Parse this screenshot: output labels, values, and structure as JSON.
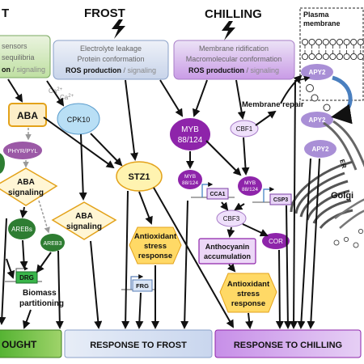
{
  "columns": {
    "drought": {
      "header": "T"
    },
    "frost": {
      "header": "FROST"
    },
    "chilling": {
      "header": "CHILLING"
    }
  },
  "effect_boxes": {
    "drought": {
      "line1": "sensors",
      "line2": "sequilibria",
      "line3_bold": "on",
      "line3_sep": " / ",
      "line3_rest": "signaling"
    },
    "frost": {
      "line1": "Electrolyte leakage",
      "line2": "Protein conformation",
      "line3_bold": "ROS production",
      "line3_sep": " / ",
      "line3_rest": "signaling"
    },
    "chilling": {
      "line1": "Membrane ridification",
      "line2": "Macromolecular conformation",
      "line3_bold": "ROS production",
      "line3_sep": " / ",
      "line3_rest": "signaling"
    }
  },
  "membrane_panel": {
    "title_line1": "Plasma",
    "title_line2": "membrane"
  },
  "ca_labels": {
    "ca1": "Ca",
    "ca2": "Ca",
    "sup": "2+"
  },
  "nodes": {
    "aba": "ABA",
    "cpk10": "CPK10",
    "pyr": "PHYR/PYL",
    "aba_signaling_left_1": "ABA",
    "aba_signaling_left_2": "signaling",
    "arebs": "AREBs",
    "areb3": "AREB3",
    "drg": "DRG",
    "biomass_1": "Biomass",
    "biomass_2": "partitioning",
    "aba_signaling_mid_1": "ABA",
    "aba_signaling_mid_2": "signaling",
    "stz1": "STZ1",
    "antiox_mid_1": "Antioxidant",
    "antiox_mid_2": "stress",
    "antiox_mid_3": "response",
    "frg": "FRG",
    "myb_big_1": "MYB",
    "myb_big_2": "88/124",
    "cbf1": "CBF1",
    "myb_small1_1": "MYB",
    "myb_small1_2": "88/124",
    "myb_small2_1": "MYB",
    "myb_small2_2": "88/124",
    "cca1": "CCA1",
    "csp3": "CSP3",
    "cbf3": "CBF3",
    "cor": "COR",
    "antho_1": "Anthocyanin",
    "antho_2": "accumulation",
    "antiox_right_1": "Antioxidant",
    "antiox_right_2": "stress",
    "antiox_right_3": "response",
    "apy2_top": "APY2",
    "apy2_mid": "APY2",
    "apy2_low": "APY2",
    "membrane_repair": "Membrane repair",
    "er": "ER",
    "golgi": "Golgi"
  },
  "responses": {
    "drought": "OUGHT",
    "frost": "RESPONSE TO FROST",
    "chilling": "RESPONSE TO CHILLING"
  },
  "colors": {
    "aba_fill": "#fdeec8",
    "aba_border": "#e3a21a",
    "light_blue": "#b9dff5",
    "pyr_purple": "#9b59a6",
    "areb_green": "#2e7d32",
    "drg_green": "#39b54a",
    "stz_yellow": "#fff3b0",
    "hex_yellow": "#ffd966",
    "myb_purple": "#8e24aa",
    "chill_purple": "#d8b4f0",
    "frost_blue": "#dce6f5",
    "drought_green": "#6dbb3c",
    "arrow": "#111111",
    "gray_arrow": "#9a9a9a"
  }
}
